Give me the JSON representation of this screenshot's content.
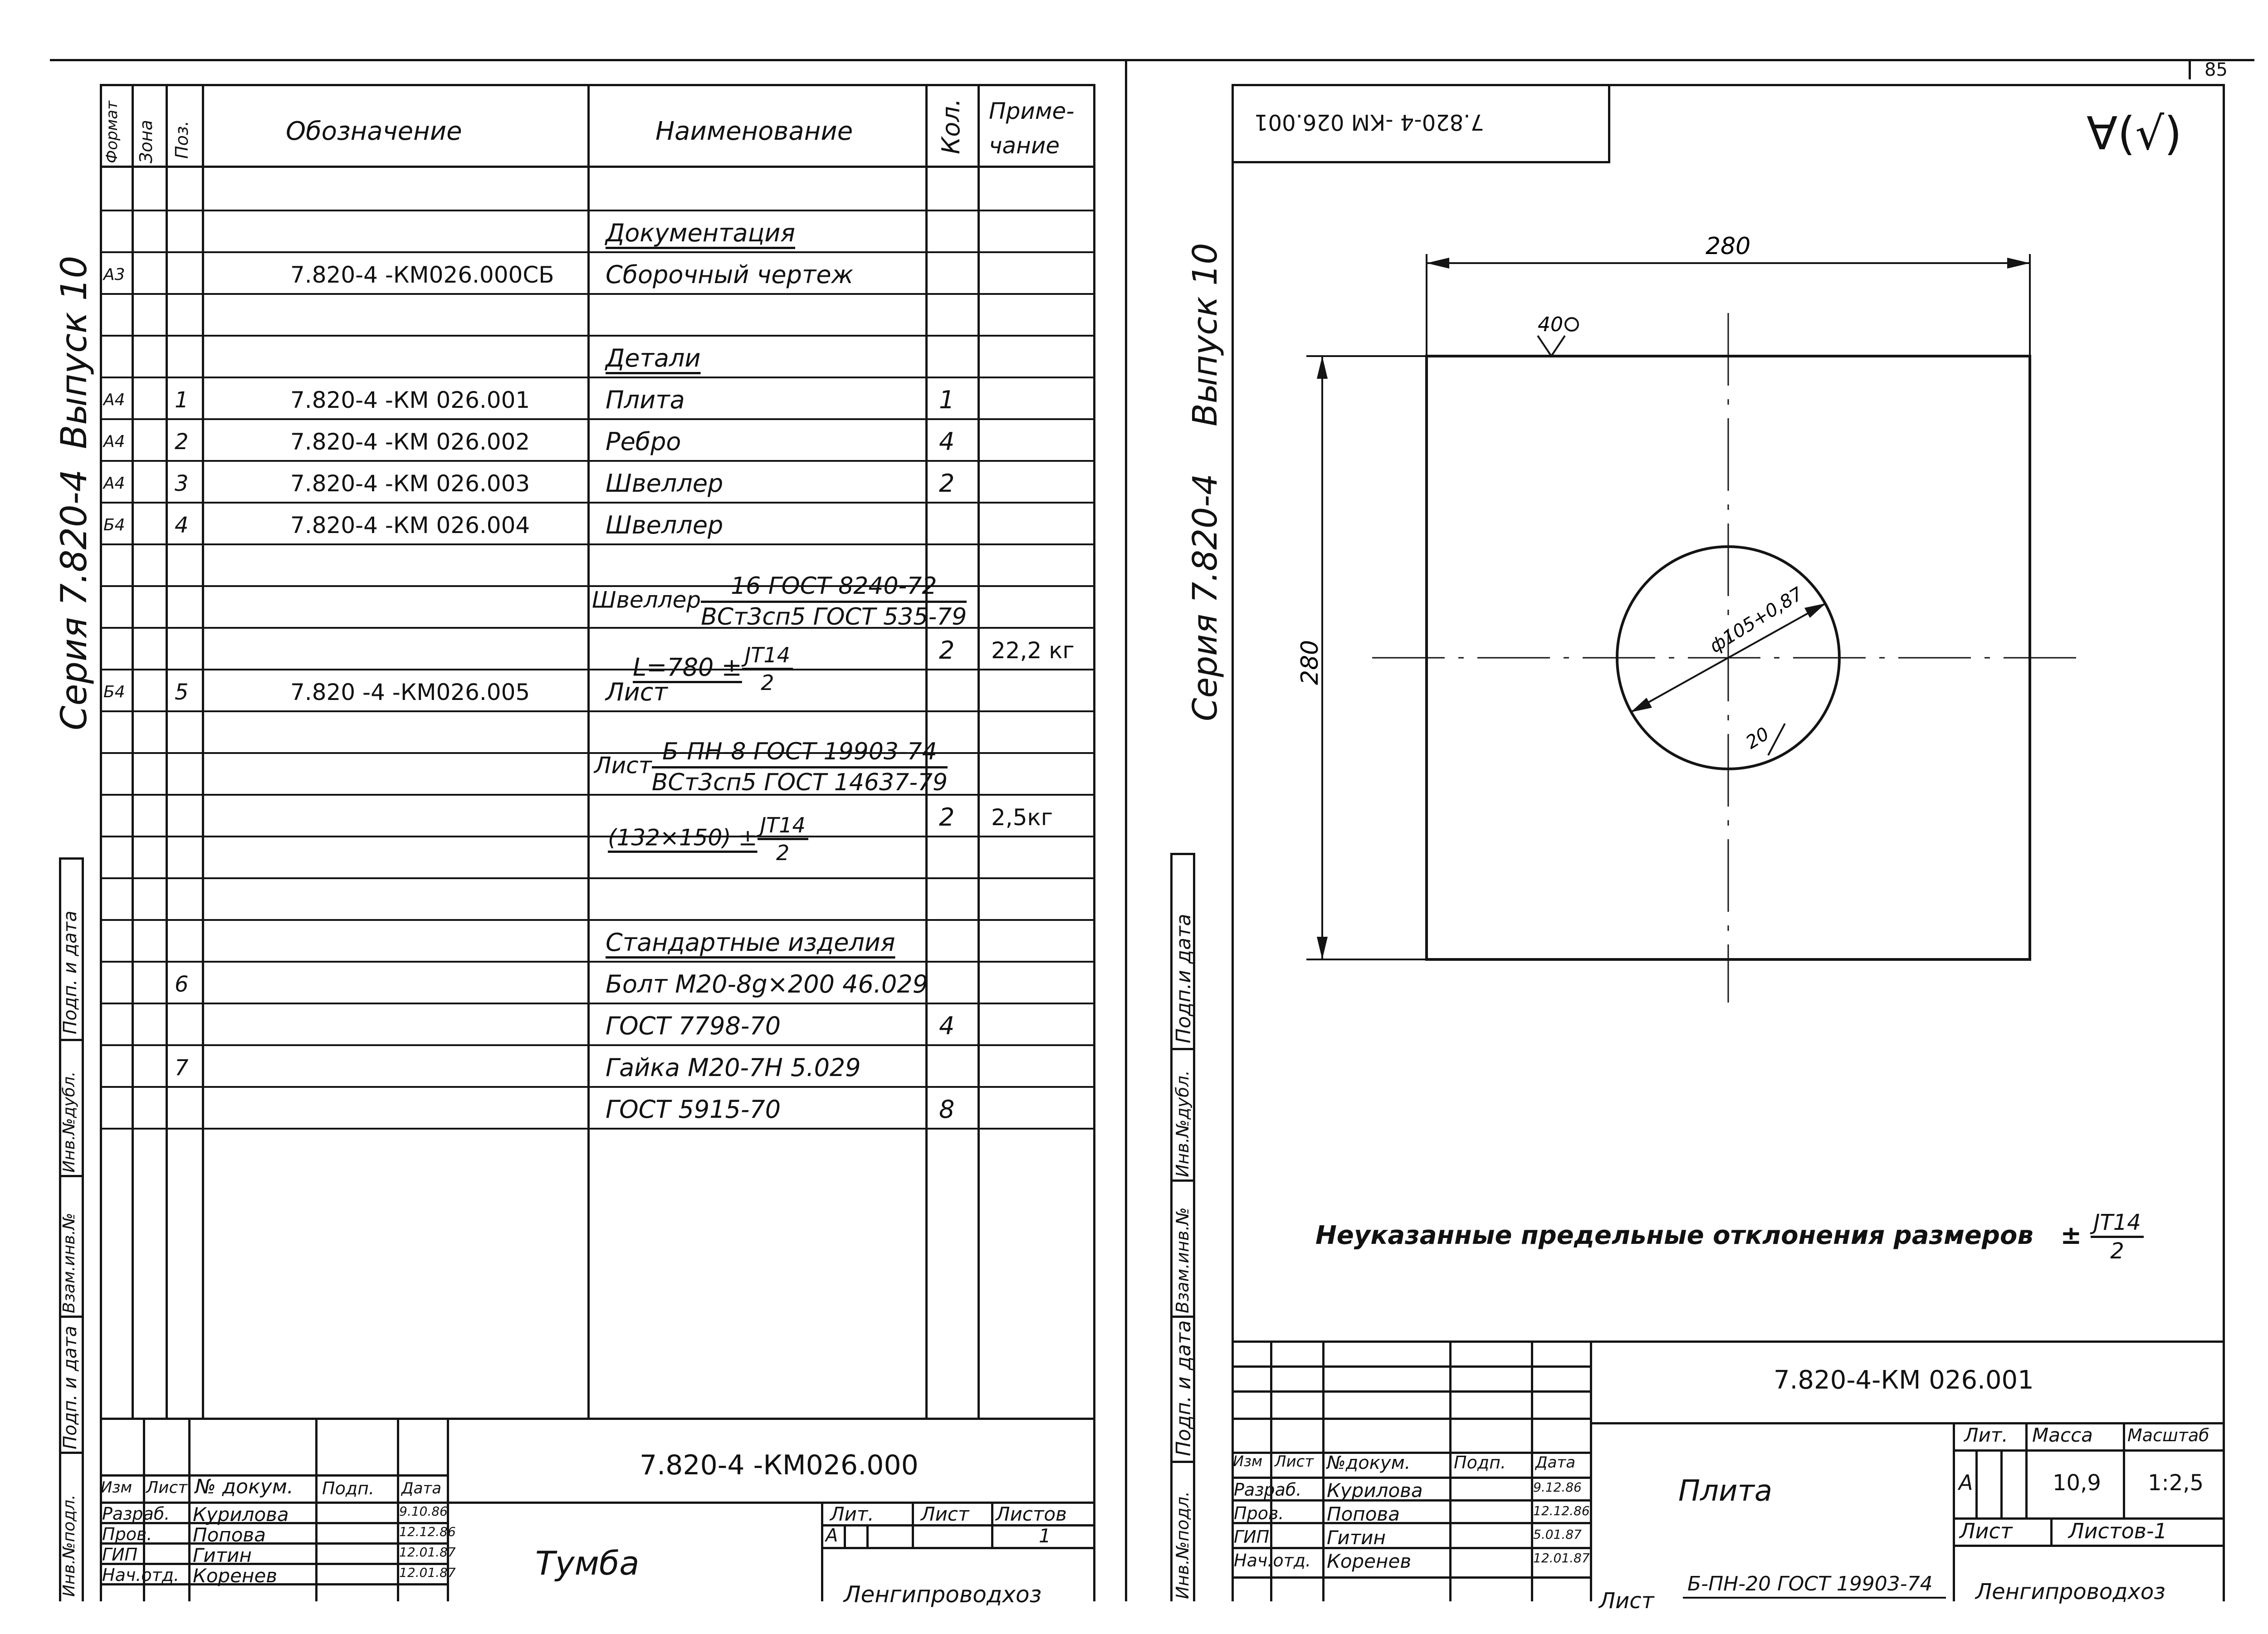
{
  "page_number": "85",
  "left_sheet": {
    "side_labels": {
      "series": "Серия 7.820-4",
      "issue": "Выпуск 10",
      "sign_date": "Подп. и дата",
      "replace_inv": "Взам.инв.№",
      "inv_dup": "Инв.№дубл.",
      "sign_date2": "Подп. и дата",
      "inv_orig": "Инв.№подл."
    },
    "header": {
      "format": "Формат",
      "zone": "Зона",
      "pos": "Поз.",
      "designation": "Обозначение",
      "name": "Наименование",
      "qty": "Кол.",
      "note_line1": "Приме-",
      "note_line2": "чание"
    },
    "rows": [
      {
        "fmt": "",
        "pos": "",
        "des": "",
        "name": "",
        "qty": "",
        "note": ""
      },
      {
        "fmt": "",
        "pos": "",
        "des": "",
        "name": "Документация",
        "qty": "",
        "note": ""
      },
      {
        "fmt": "А3",
        "pos": "",
        "des": "7.820-4   -КМ026.000СБ",
        "name": "Сборочный чертеж",
        "qty": "",
        "note": ""
      },
      {
        "fmt": "",
        "pos": "",
        "des": "",
        "name": "",
        "qty": "",
        "note": ""
      },
      {
        "fmt": "",
        "pos": "",
        "des": "",
        "name": "Детали",
        "qty": "",
        "note": ""
      },
      {
        "fmt": "А4",
        "pos": "1",
        "des": "7.820-4     -КМ 026.001",
        "name": "Плита",
        "qty": "1",
        "note": ""
      },
      {
        "fmt": "А4",
        "pos": "2",
        "des": "7.820-4     -КМ 026.002",
        "name": "Ребро",
        "qty": "4",
        "note": ""
      },
      {
        "fmt": "А4",
        "pos": "3",
        "des": "7.820-4     -КМ 026.003",
        "name": "Швеллер",
        "qty": "2",
        "note": ""
      },
      {
        "fmt": "Б4",
        "pos": "4",
        "des": "7.820-4     -КМ 026.004",
        "name": "Швеллер",
        "qty": "",
        "note": ""
      },
      {
        "fmt": "",
        "pos": "",
        "des": "",
        "name": "",
        "qty": "",
        "note": ""
      },
      {
        "fmt": "",
        "pos": "",
        "des": "",
        "name": "",
        "qty": "",
        "note": ""
      },
      {
        "fmt": "",
        "pos": "",
        "des": "",
        "name": "",
        "qty": "2",
        "note": "22,2 кг"
      },
      {
        "fmt": "Б4",
        "pos": "5",
        "des": "7.820 -4   -КМ026.005",
        "name": "Лист",
        "qty": "",
        "note": ""
      },
      {
        "fmt": "",
        "pos": "",
        "des": "",
        "name": "",
        "qty": "",
        "note": ""
      },
      {
        "fmt": "",
        "pos": "",
        "des": "",
        "name": "",
        "qty": "",
        "note": ""
      },
      {
        "fmt": "",
        "pos": "",
        "des": "",
        "name": "",
        "qty": "2",
        "note": "2,5кг"
      },
      {
        "fmt": "",
        "pos": "",
        "des": "",
        "name": "",
        "qty": "",
        "note": ""
      },
      {
        "fmt": "",
        "pos": "",
        "des": "",
        "name": "",
        "qty": "",
        "note": ""
      },
      {
        "fmt": "",
        "pos": "",
        "des": "",
        "name": "Стандартные изделия",
        "qty": "",
        "note": ""
      },
      {
        "fmt": "",
        "pos": "6",
        "des": "",
        "name": "Болт М20-8g×200 46.029",
        "qty": "",
        "note": ""
      },
      {
        "fmt": "",
        "pos": "",
        "des": "",
        "name": "ГОСТ 7798-70",
        "qty": "4",
        "note": ""
      },
      {
        "fmt": "",
        "pos": "7",
        "des": "",
        "name": "Гайка  М20-7Н   5.029",
        "qty": "",
        "note": ""
      },
      {
        "fmt": "",
        "pos": "",
        "des": "",
        "name": "ГОСТ 5915-70",
        "qty": "8",
        "note": ""
      }
    ],
    "material1": {
      "prefix": "Швеллер",
      "top": "16 ГОСТ 8240-72",
      "bottom": "ВСт3сп5 ГОСТ 535-79"
    },
    "length1": {
      "main": "L=780 ±",
      "num": "JT14",
      "den": "2"
    },
    "material2": {
      "prefix": "Лист",
      "top": "Б-ПН-8 ГОСТ 19903-74",
      "bottom": "ВСт3сп5 ГОСТ 14637-79"
    },
    "size2": {
      "main": "(132×150) ±",
      "num": "JT14",
      "den": "2"
    },
    "title_block": {
      "doc_code": "7.820-4  -КМ026.000",
      "cols": [
        "Изм",
        "Лист",
        "№ докум.",
        "Подп.",
        "Дата"
      ],
      "people": [
        {
          "role": "Разраб.",
          "name": "Курилова",
          "date": "9.10.86"
        },
        {
          "role": "Пров.",
          "name": "Попова",
          "date": "12.12.86"
        },
        {
          "role": "ГИП",
          "name": "Гитин",
          "date": "12.01.87"
        },
        {
          "role": "Нач.отд.",
          "name": "Коренев",
          "date": "12.01.87"
        }
      ],
      "product": "Тумба",
      "lit_label": "Лит.",
      "sheet_label": "Лист",
      "sheets_label": "Листов",
      "lit": "А",
      "sheets": "1",
      "org": "Ленгипроводхоз"
    }
  },
  "right_sheet": {
    "side_labels": {
      "series": "Серия 7.820-4",
      "issue": "Выпуск 10",
      "sign_date": "Подп.и дата",
      "inv_dup": "Инв.№дубл.",
      "replace_inv": "Взам.инв.№",
      "sign_date2": "Подп. и дата",
      "inv_orig": "Инв.№подл."
    },
    "corner_code": "7.820-4 -КМ 026.001",
    "roughness": "∀(√)",
    "drawing": {
      "width_dim": "280",
      "height_dim": "280",
      "roughness_value": "40",
      "hole_dim": "ф105+0,87",
      "pos_label": "20"
    },
    "note": {
      "text": "Неуказанные  предельные   отклонения  размеров",
      "pm": "±",
      "num": "JT14",
      "den": "2"
    },
    "title_block": {
      "doc_code": "7.820-4-КМ 026.001",
      "cols": [
        "Изм",
        "Лист",
        "№докум.",
        "Подп.",
        "Дата"
      ],
      "people": [
        {
          "role": "Разраб.",
          "name": "Курилова",
          "date": "9.12.86"
        },
        {
          "role": "Пров.",
          "name": "Попова",
          "date": "12.12.86"
        },
        {
          "role": "ГИП",
          "name": "Гитин",
          "date": "5.01.87"
        },
        {
          "role": "Нач.отд.",
          "name": "Коренев",
          "date": "12.01.87"
        }
      ],
      "part": "Плита",
      "lit_label": "Лит.",
      "mass_label": "Масса",
      "scale_label": "Масштаб",
      "lit": "А",
      "mass": "10,9",
      "scale": "1:2,5",
      "sheet_label": "Лист",
      "sheets_label": "Листов-1",
      "material_prefix": "Лист",
      "material": "Б-ПН-20 ГОСТ 19903-74",
      "org": "Ленгипроводхоз"
    }
  }
}
